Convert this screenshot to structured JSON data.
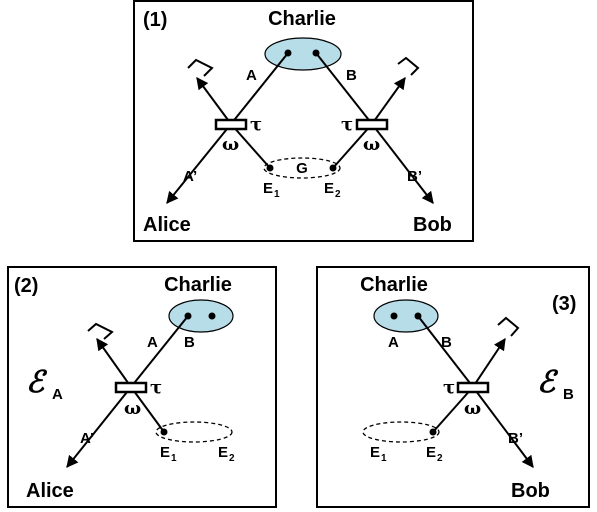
{
  "panels": {
    "p1": {
      "number": "(1)",
      "charlie": "Charlie",
      "alice": "Alice",
      "bob": "Bob",
      "mode_a": "A",
      "mode_b": "B",
      "mode_a_out": "A’",
      "mode_b_out": "B’",
      "gaussian": "G",
      "e1": "E",
      "e1_sub": "1",
      "e2": "E",
      "e2_sub": "2",
      "tau": "τ",
      "omega": "ω"
    },
    "p2": {
      "number": "(2)",
      "charlie": "Charlie",
      "alice": "Alice",
      "mode_a": "A",
      "mode_b": "B",
      "mode_a_out": "A’",
      "e1": "E",
      "e1_sub": "1",
      "e2": "E",
      "e2_sub": "2",
      "tau": "τ",
      "omega": "ω",
      "channel": "ℰ",
      "channel_sub": "A"
    },
    "p3": {
      "number": "(3)",
      "charlie": "Charlie",
      "bob": "Bob",
      "mode_a": "A",
      "mode_b": "B",
      "mode_b_out": "B’",
      "e1": "E",
      "e1_sub": "1",
      "e2": "E",
      "e2_sub": "2",
      "tau": "τ",
      "omega": "ω",
      "channel": "ℰ",
      "channel_sub": "B"
    }
  },
  "colors": {
    "charlie_fill": "#b7dde8"
  }
}
